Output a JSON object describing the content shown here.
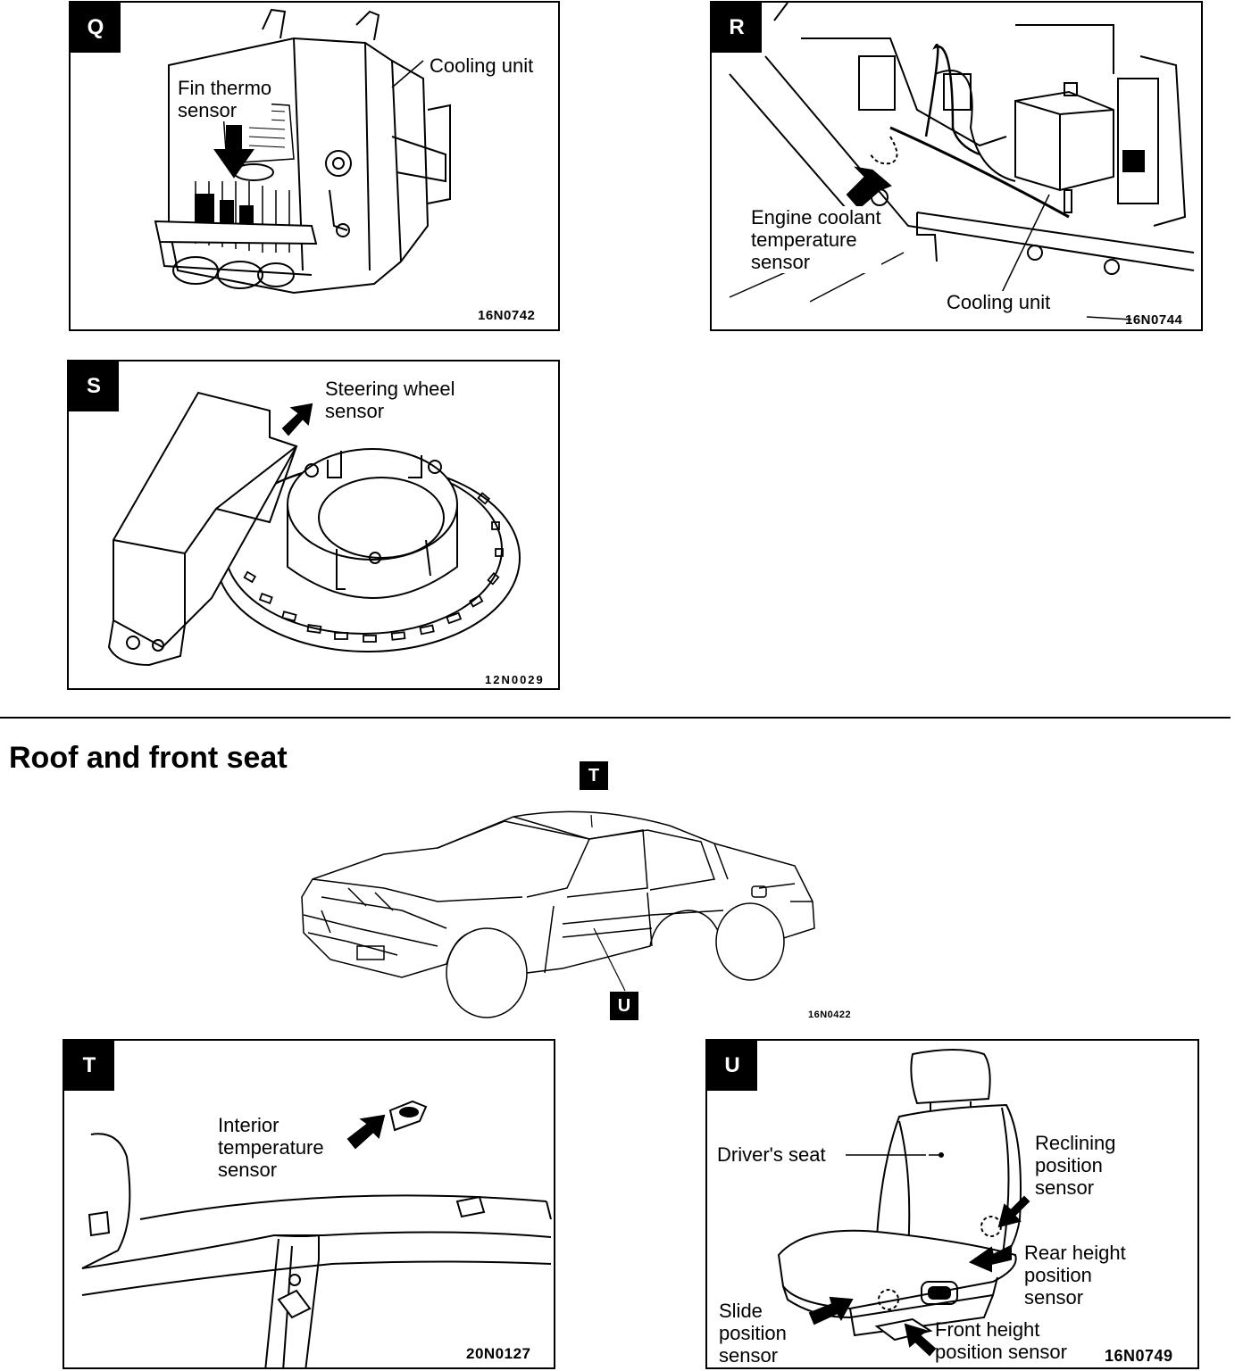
{
  "panels": {
    "q": {
      "badge": "Q",
      "code": "16N0742",
      "labels": {
        "cooling_unit": "Cooling unit",
        "fin_thermo_line1": "Fin thermo",
        "fin_thermo_line2": "sensor"
      }
    },
    "r": {
      "badge": "R",
      "code": "16N0744",
      "labels": {
        "engine_line1": "Engine coolant",
        "engine_line2": "temperature",
        "engine_line3": "sensor",
        "cooling_unit": "Cooling unit"
      }
    },
    "s": {
      "badge": "S",
      "code": "12N0029",
      "labels": {
        "steering_line1": "Steering wheel",
        "steering_line2": "sensor"
      }
    },
    "t": {
      "badge": "T",
      "code": "20N0127",
      "labels": {
        "interior_line1": "Interior",
        "interior_line2": "temperature",
        "interior_line3": "sensor"
      }
    },
    "u": {
      "badge": "U",
      "code": "16N0749",
      "labels": {
        "drivers_seat": "Driver's seat",
        "reclining_line1": "Reclining",
        "reclining_line2": "position",
        "reclining_line3": "sensor",
        "rear_line1": "Rear height",
        "rear_line2": "position",
        "rear_line3": "sensor",
        "slide_line1": "Slide",
        "slide_line2": "position",
        "slide_line3": "sensor",
        "front_line1": "Front height",
        "front_line2": "position sensor"
      }
    }
  },
  "section": {
    "title": "Roof and front seat",
    "car_code": "16N0422",
    "marker_t": "T",
    "marker_u": "U"
  }
}
